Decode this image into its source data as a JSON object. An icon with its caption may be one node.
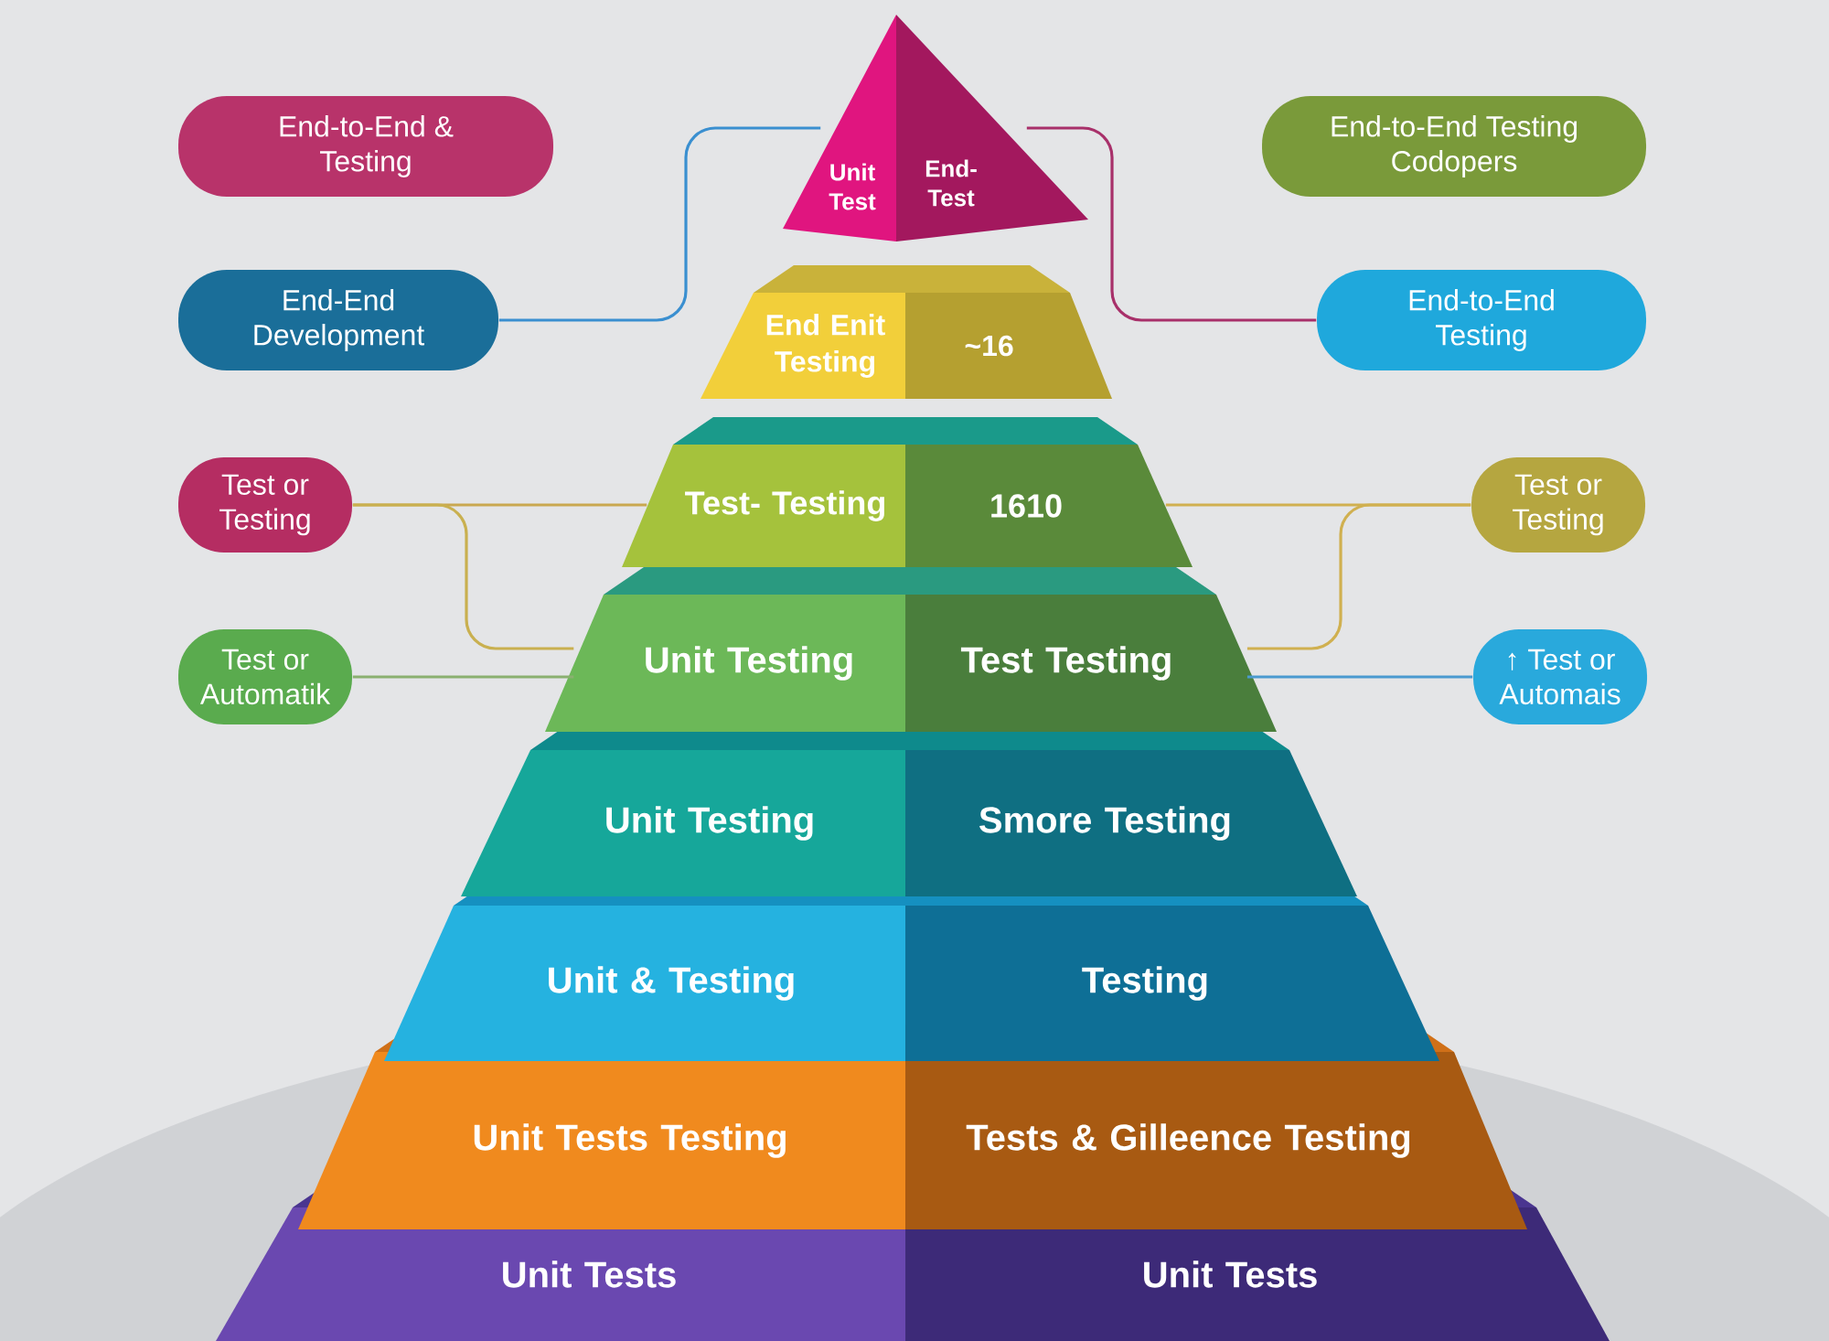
{
  "diagram": {
    "nodes": [
      {
        "text": [
          "Unit Test",
          "End-Test"
        ]
      },
      {
        "text": [
          "End Enit Testing",
          "~16"
        ]
      },
      {
        "text": [
          "Test- Testing",
          "1610"
        ]
      },
      {
        "text": [
          "Unit Testing",
          "Test Testing"
        ]
      },
      {
        "text": [
          "Unit Testing",
          "Smore Testing"
        ]
      },
      {
        "text": [
          "Unit & Testing",
          "Testing"
        ]
      },
      {
        "text": [
          "Unit Tests Testing",
          "Tests & Gilleence Testing"
        ]
      },
      {
        "text": [
          "Unit Tests",
          "Unit Tests"
        ]
      },
      {
        "text": [
          "End-to-End & Testing"
        ]
      },
      {
        "text": [
          "End-End Development"
        ]
      },
      {
        "text": [
          "Test or Testing"
        ]
      },
      {
        "text": [
          "Test or Automatik"
        ]
      },
      {
        "text": [
          "End-to-End Testing Codopers"
        ]
      },
      {
        "text": [
          "End-to-End Testing"
        ]
      },
      {
        "text": [
          "Test or Testing"
        ]
      },
      {
        "text": [
          "↑ Test or Automais"
        ]
      }
    ],
    "edges": [
      {
        "from": 9,
        "to": 0,
        "arrow": "none",
        "color": "#3a8fd0"
      },
      {
        "from": 0,
        "to": 13,
        "arrow": "none",
        "color": "#a8306a"
      },
      {
        "from": 10,
        "to": 2,
        "arrow": "none",
        "color": "#c9a850"
      },
      {
        "from": 10,
        "to": 3,
        "arrow": "none",
        "color": "#c9b050"
      },
      {
        "from": 11,
        "to": 3,
        "arrow": "none",
        "color": "#8ab070"
      },
      {
        "from": 2,
        "to": 14,
        "arrow": "none",
        "color": "#d0b050"
      },
      {
        "from": 3,
        "to": 14,
        "arrow": "none",
        "color": "#d0b050"
      },
      {
        "from": 3,
        "to": 15,
        "arrow": "none",
        "color": "#4a9ad0"
      }
    ]
  }
}
